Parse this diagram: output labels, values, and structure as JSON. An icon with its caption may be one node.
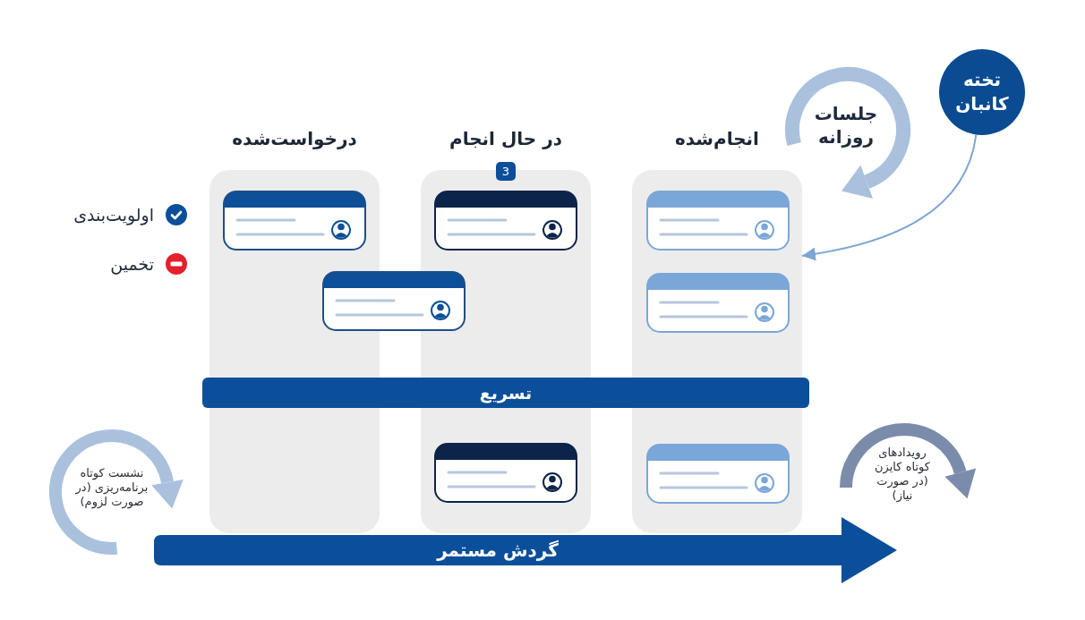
{
  "diagram": {
    "nodes": [
      {
        "text": [
          "تخته کانبان"
        ]
      },
      {
        "text": [
          "انجام‌شده"
        ]
      },
      {
        "text": [],
        "shape": "box",
        "in": 1
      },
      {
        "text": [],
        "shape": "box",
        "in": 1
      },
      {
        "text": [],
        "shape": "box",
        "in": 1
      },
      {
        "text": [
          "در حال انجام"
        ],
        "beside": [
          "3"
        ]
      },
      {
        "text": [],
        "shape": "box",
        "in": 5
      },
      {
        "text": [],
        "shape": "box",
        "in": 5
      },
      {
        "text": [
          "درخواست‌شده"
        ]
      },
      {
        "text": [],
        "shape": "box",
        "in": 8
      },
      {
        "text": [],
        "shape": "box"
      },
      {
        "text": [
          "تسریع"
        ]
      },
      {
        "text": [
          "گردش مستمر"
        ]
      }
    ],
    "edges": [
      {
        "from": 0,
        "to": 1,
        "arrow": "to"
      }
    ],
    "labels": [
      "جلسات روزانه",
      "اولویت‌بندی",
      "تخمین",
      "رویدادهای کوتاه کایزن (در صورت نیاز)",
      "نشست کوتاه برنامه‌ریزی (در صورت لزوم)"
    ]
  }
}
